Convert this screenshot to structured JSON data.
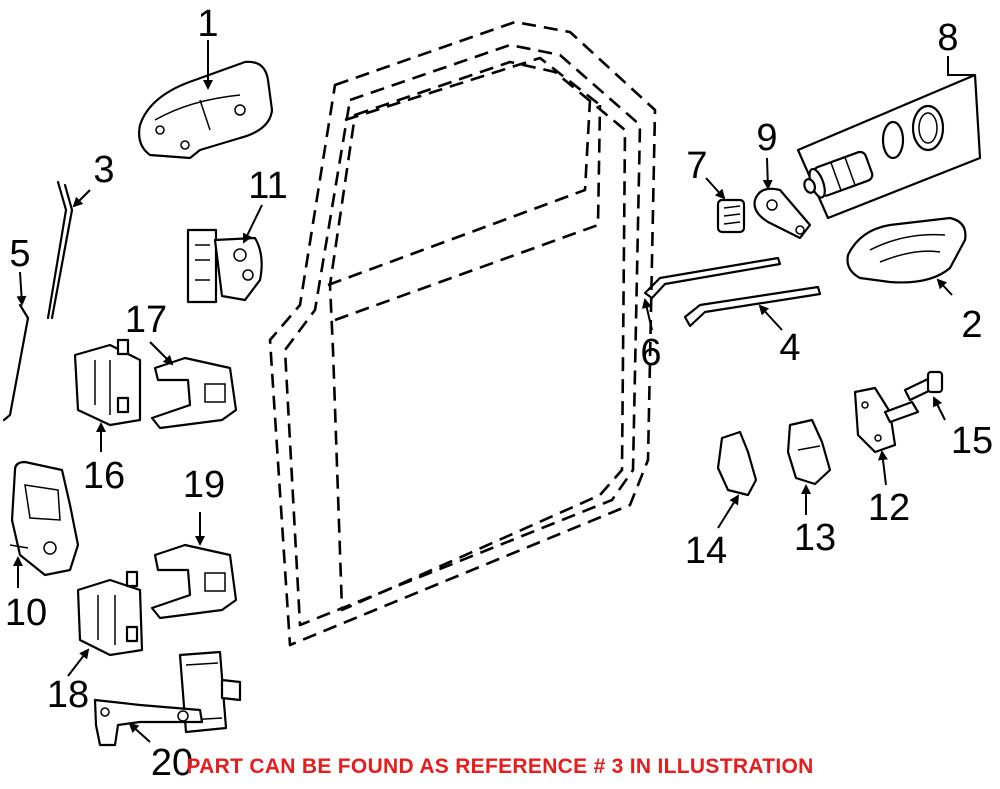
{
  "callouts": [
    "1",
    "2",
    "3",
    "4",
    "5",
    "6",
    "7",
    "8",
    "9",
    "10",
    "11",
    "12",
    "13",
    "14",
    "15",
    "16",
    "17",
    "18",
    "19",
    "20"
  ],
  "footer_note": "PART CAN BE FOUND AS REFERENCE # 3 IN ILLUSTRATION",
  "colors": {
    "note": "#e81c1c",
    "line": "#000000",
    "background": "#ffffff"
  }
}
